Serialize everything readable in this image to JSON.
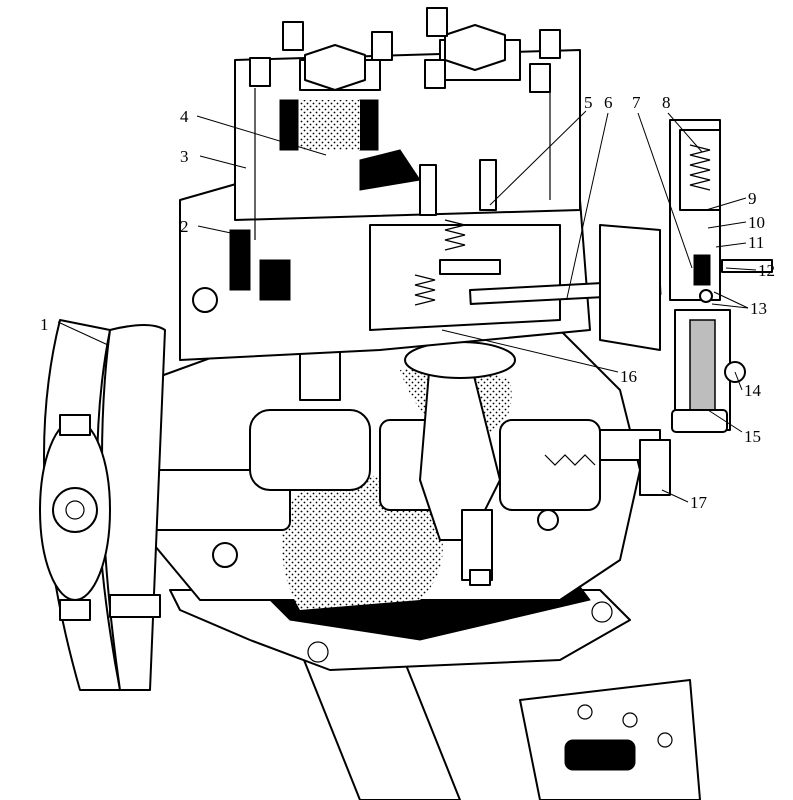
{
  "diagram": {
    "callouts": [
      {
        "id": 1,
        "label": "1"
      },
      {
        "id": 2,
        "label": "2"
      },
      {
        "id": 3,
        "label": "3"
      },
      {
        "id": 4,
        "label": "4"
      },
      {
        "id": 5,
        "label": "5"
      },
      {
        "id": 6,
        "label": "6"
      },
      {
        "id": 7,
        "label": "7"
      },
      {
        "id": 8,
        "label": "8"
      },
      {
        "id": 9,
        "label": "9"
      },
      {
        "id": 10,
        "label": "10"
      },
      {
        "id": 11,
        "label": "11"
      },
      {
        "id": 12,
        "label": "12"
      },
      {
        "id": 13,
        "label": "13"
      },
      {
        "id": 14,
        "label": "14"
      },
      {
        "id": 15,
        "label": "15"
      },
      {
        "id": 16,
        "label": "16"
      },
      {
        "id": 17,
        "label": "17"
      }
    ]
  }
}
